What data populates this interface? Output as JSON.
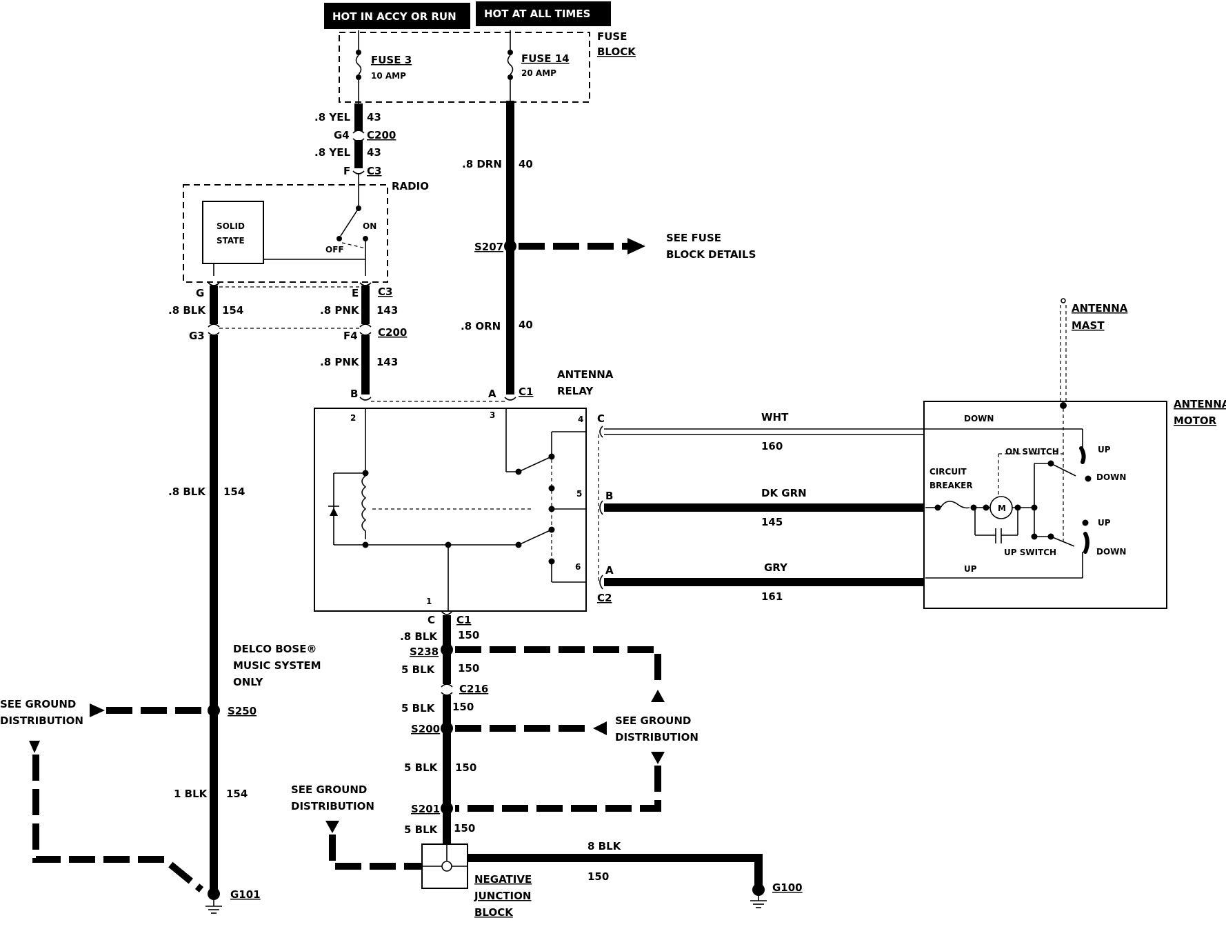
{
  "headers": {
    "hot_accy_run": "HOT IN ACCY OR RUN",
    "hot_all_times": "HOT AT ALL TIMES"
  },
  "fuse_block": {
    "label_l1": "FUSE",
    "label_l2": "BLOCK",
    "fuse3_name": "FUSE 3",
    "fuse3_amp": "10 AMP",
    "fuse14_name": "FUSE 14",
    "fuse14_amp": "20 AMP"
  },
  "wires": {
    "yel_top": ".8 YEL",
    "yel_top_num": "43",
    "yel_bot": ".8 YEL",
    "yel_bot_num": "43",
    "g4": "G4",
    "c200_top": "C200",
    "f": "F",
    "c3_top": "C3",
    "drn_top": ".8 DRN",
    "drn_top_num": "40",
    "s207": "S207",
    "fuse_details_l1": "SEE FUSE",
    "fuse_details_l2": "BLOCK DETAILS",
    "orn_mid": ".8 ORN",
    "orn_mid_num": "40",
    "g": "G",
    "e": "E",
    "c3_bot": "C3",
    "blk_154a": ".8 BLK",
    "blk_154a_num": "154",
    "pnk_a": ".8 PNK",
    "pnk_a_num": "143",
    "g3": "G3",
    "f4": "F4",
    "c200_bot": "C200",
    "pnk_b": ".8 PNK",
    "pnk_b_num": "143",
    "b_pin": "B",
    "a_pin": "A",
    "c1_top": "C1",
    "blk_154b": ".8 BLK",
    "blk_154b_num": "154",
    "delco_l1": "DELCO BOSE®",
    "delco_l2": "MUSIC SYSTEM",
    "delco_l3": "ONLY",
    "s250": "S250",
    "blk_1": "1 BLK",
    "blk_1_num": "154",
    "g101": "G101",
    "c_pin": "C",
    "c1_bot": "C1",
    "blk_150a": ".8 BLK",
    "blk_150a_num": "150",
    "s238": "S238",
    "blk_5a": "5 BLK",
    "blk_5a_num": "150",
    "c216": "C216",
    "blk_5b": "5 BLK",
    "blk_5b_num": "150",
    "s200": "S200",
    "blk_5c": "5 BLK",
    "blk_5c_num": "150",
    "s201": "S201",
    "blk_5d": "5 BLK",
    "blk_5d_num": "150",
    "blk_8": "8 BLK",
    "blk_8_num": "150",
    "g100": "G100",
    "wht": "WHT",
    "wht_num": "160",
    "dkgrn": "DK GRN",
    "dkgrn_num": "145",
    "gry": "GRY",
    "gry_num": "161",
    "pin_c": "C",
    "pin_b": "B",
    "pin_a": "A",
    "c2": "C2"
  },
  "components": {
    "radio": "RADIO",
    "solid_l1": "SOLID",
    "solid_l2": "STATE",
    "on": "ON",
    "off": "OFF",
    "relay_l1": "ANTENNA",
    "relay_l2": "RELAY",
    "relay_pins": [
      "2",
      "3",
      "4",
      "5",
      "6",
      "1"
    ],
    "mast_l1": "ANTENNA",
    "mast_l2": "MAST",
    "motor_l1": "ANTENNA",
    "motor_l2": "MOTOR",
    "down": "DOWN",
    "up": "UP",
    "on_switch": "ON SWITCH",
    "up_switch": "UP SWITCH",
    "cb_l1": "CIRCUIT",
    "cb_l2": "BREAKER",
    "m": "M",
    "sw_up1": "UP",
    "sw_down1": "DOWN",
    "sw_up2": "UP",
    "sw_down2": "DOWN",
    "njb_l1": "NEGATIVE",
    "njb_l2": "JUNCTION",
    "njb_l3": "BLOCK"
  },
  "ground_refs": {
    "left_l1": "SEE GROUND",
    "left_l2": "DISTRIBUTION",
    "right_l1": "SEE GROUND",
    "right_l2": "DISTRIBUTION",
    "bottom_l1": "SEE GROUND",
    "bottom_l2": "DISTRIBUTION"
  }
}
